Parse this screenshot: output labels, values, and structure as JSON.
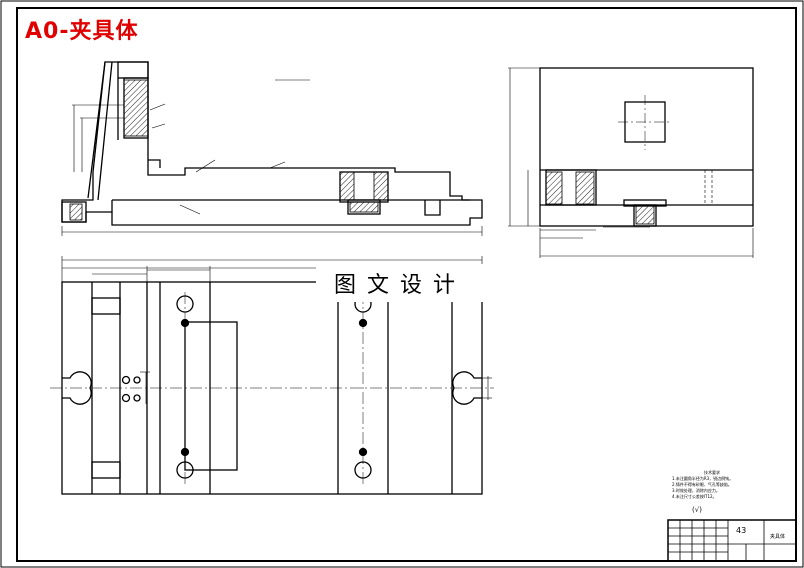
{
  "drawing": {
    "title": "A0-夹具体",
    "watermark": "图文设计",
    "title_block": {
      "scale_text": "43",
      "drawing_name": "夹具体"
    },
    "tech_notes": {
      "heading": "技术要求",
      "lines": [
        "1.未注圆角半径为R3，锐边倒钝。",
        "2.铸件不得有砂眼、气孔等缺陷。",
        "3.时效处理，消除内应力。",
        "4.未注尺寸公差按IT12。"
      ]
    },
    "roughness_note": "(√)"
  },
  "colors": {
    "title_red": "#e00000",
    "line": "#000000",
    "hatch": "#222222"
  }
}
